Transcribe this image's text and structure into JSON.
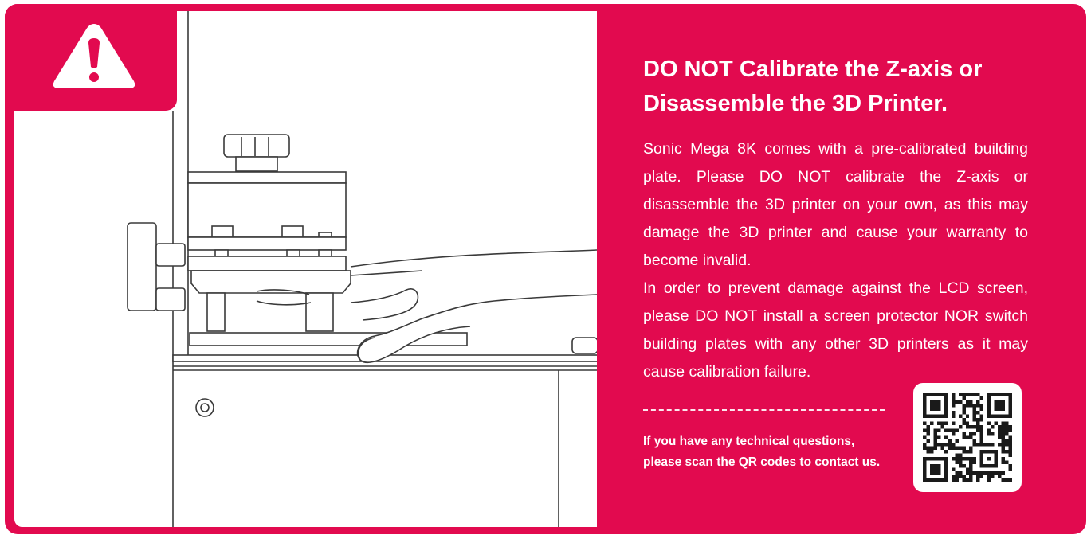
{
  "notice": {
    "title_line1": "DO NOT Calibrate the Z-axis or",
    "title_line2": "Disassemble the 3D Printer.",
    "paragraph1": "Sonic Mega 8K comes with a pre-calibrated building plate. Please DO NOT calibrate the Z-axis or disassemble the 3D printer on your own, as this may damage the 3D printer and cause your warranty to become invalid.",
    "paragraph2": "In order to prevent damage against the LCD screen, please DO NOT install a screen protector NOR switch building plates with any other 3D printers as it may cause calibration failure.",
    "contact_line1": "If you have any technical questions,",
    "contact_line2": "please scan the QR codes to contact us."
  },
  "icons": {
    "warning": "warning-icon",
    "qr": "qr-code-icon"
  },
  "colors": {
    "accent": "#e20a4f",
    "text": "#ffffff",
    "line_art": "#3a3a3a"
  }
}
